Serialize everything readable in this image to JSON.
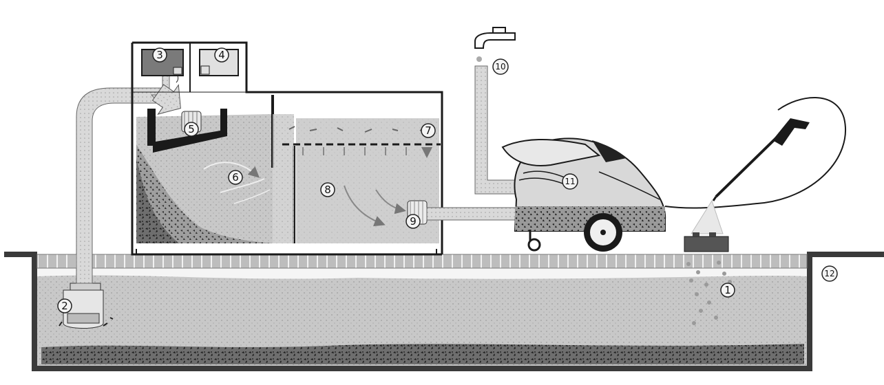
{
  "labels": {
    "n1": "1",
    "n2": "2",
    "n3": "3",
    "n4": "4",
    "n5": "5",
    "n6": "6",
    "n7": "7",
    "n8": "8",
    "n9": "9",
    "n10": "10",
    "n11": "11",
    "n12": "12"
  },
  "colors": {
    "ink": "#1a1a1a",
    "water": "#c9c9c9",
    "waterLight": "#dcdcdc",
    "sludge": "#3a3a3a",
    "tile": "#d2d2d2",
    "machine": "#d6d6d6",
    "machineDark": "#8e8e8e"
  },
  "icons": {
    "tap": "water-tap-icon",
    "spray_gun": "spray-gun-icon",
    "car_part": "part-being-cleaned-icon",
    "arrow": "flow-arrow-icon"
  }
}
